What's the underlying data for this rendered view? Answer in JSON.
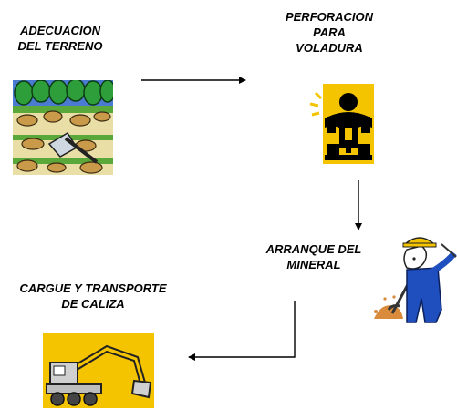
{
  "steps": [
    {
      "lines": [
        "ADECUACION",
        "DEL TERRENO"
      ],
      "icon": "tree-stumps-axe-icon"
    },
    {
      "lines": [
        "PERFORACION",
        "PARA",
        "VOLADURA"
      ],
      "icon": "jackhammer-worker-icon"
    },
    {
      "lines": [
        "ARRANQUE DEL",
        "MINERAL"
      ],
      "icon": "miner-with-pickaxe-icon"
    },
    {
      "lines": [
        "CARGUE Y TRANSPORTE",
        "DE CALIZA"
      ],
      "icon": "excavator-icon"
    }
  ],
  "colors": {
    "text": "#000000",
    "yellow": "#f5c400",
    "green": "#2e9e3a",
    "miner_blue": "#1f4fbf",
    "stump": "#c99a4a",
    "dirt": "#d98a3a"
  }
}
